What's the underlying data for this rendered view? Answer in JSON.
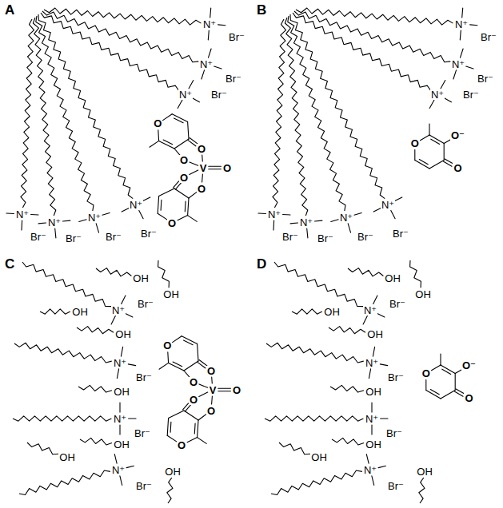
{
  "diagram": {
    "labels": [
      "A",
      "N⁺",
      "Br⁻",
      "N⁺",
      "Br⁻",
      "N⁺",
      "Br⁻",
      "N⁺",
      "Br⁻",
      "N⁺",
      "Br⁻",
      "N⁺",
      "Br⁻",
      "N⁺",
      "Br⁻",
      "V",
      "O",
      "O",
      "O",
      "O",
      "O",
      "O",
      "O",
      "B",
      "N⁺",
      "Br⁻",
      "N⁺",
      "Br⁻",
      "N⁺",
      "Br⁻",
      "N⁺",
      "Br⁻",
      "N⁺",
      "Br⁻",
      "N⁺",
      "Br⁻",
      "N⁺",
      "Br⁻",
      "O⁻",
      "O",
      "O",
      "C",
      "OH",
      "N⁺",
      "Br⁻",
      "OH",
      "OH",
      "N⁺",
      "Br⁻",
      "OH",
      "N⁺",
      "Br⁻",
      "OH",
      "OH",
      "N⁺",
      "Br⁻",
      "OH",
      "OH",
      "V",
      "O",
      "O",
      "O",
      "O",
      "O",
      "O",
      "O",
      "D",
      "OH",
      "N⁺",
      "Br⁻",
      "OH",
      "OH",
      "N⁺",
      "Br⁻",
      "OH",
      "N⁺",
      "Br⁻",
      "OH",
      "OH",
      "N⁺",
      "Br⁻",
      "OH",
      "OH",
      "O⁻",
      "O",
      "O"
    ]
  }
}
